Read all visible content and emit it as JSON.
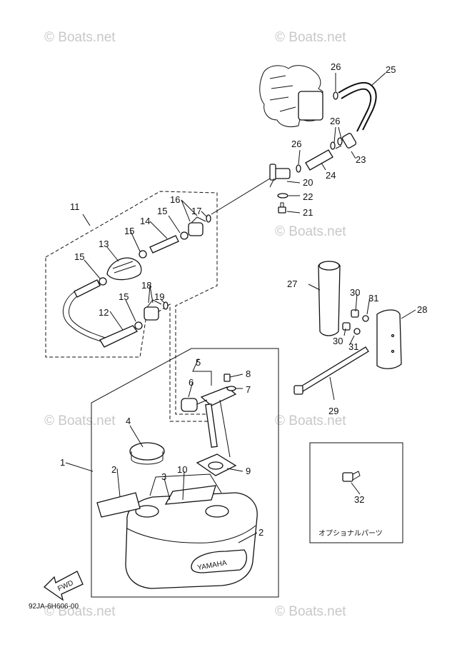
{
  "watermark": "© Boats.net",
  "diagram_code": "92JA-6H606-00",
  "optional_parts_label": "オプショナルパーツ",
  "fwd_label": "FWD",
  "brand_label": "YAMAHA",
  "callouts": {
    "c1": "1",
    "c2a": "2",
    "c2b": "2",
    "c3": "3",
    "c4": "4",
    "c5": "5",
    "c6": "6",
    "c7": "7",
    "c8": "8",
    "c9": "9",
    "c10": "10",
    "c11": "11",
    "c12": "12",
    "c13": "13",
    "c14": "14",
    "c15a": "15",
    "c15b": "15",
    "c15c": "15",
    "c15d": "15",
    "c16": "16",
    "c17": "17",
    "c18": "18",
    "c19": "19",
    "c20": "20",
    "c21": "21",
    "c22": "22",
    "c23": "23",
    "c24": "24",
    "c25": "25",
    "c26a": "26",
    "c26b": "26",
    "c26c": "26",
    "c27": "27",
    "c28": "28",
    "c29": "29",
    "c30a": "30",
    "c30b": "30",
    "c31a": "31",
    "c31b": "31",
    "c32": "32"
  }
}
